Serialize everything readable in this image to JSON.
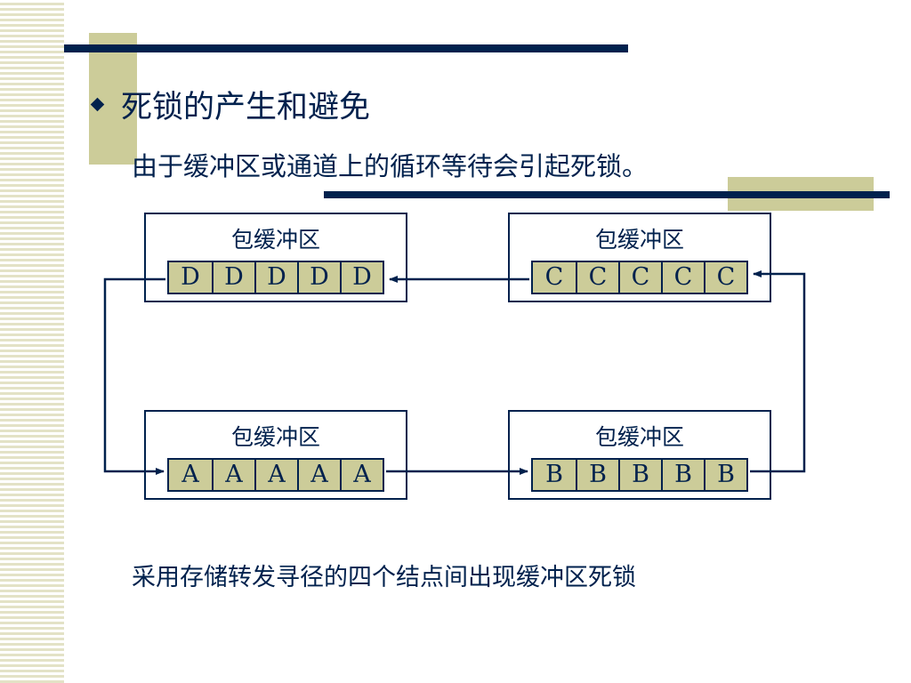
{
  "heading": "死锁的产生和避免",
  "subtitle": "由于缓冲区或通道上的循环等待会引起死锁。",
  "caption": "采用存储转发寻径的四个结点间出现缓冲区死锁",
  "colors": {
    "navy": "#00214d",
    "tan": "#cccc99",
    "stripe": "#e3e2c6"
  },
  "icons": {
    "bullet": "diamond-bullet-icon"
  },
  "nodes": {
    "top_left": {
      "title": "包缓冲区",
      "cells": [
        "D",
        "D",
        "D",
        "D",
        "D"
      ]
    },
    "top_right": {
      "title": "包缓冲区",
      "cells": [
        "C",
        "C",
        "C",
        "C",
        "C"
      ]
    },
    "bottom_left": {
      "title": "包缓冲区",
      "cells": [
        "A",
        "A",
        "A",
        "A",
        "A"
      ]
    },
    "bottom_right": {
      "title": "包缓冲区",
      "cells": [
        "B",
        "B",
        "B",
        "B",
        "B"
      ]
    }
  }
}
